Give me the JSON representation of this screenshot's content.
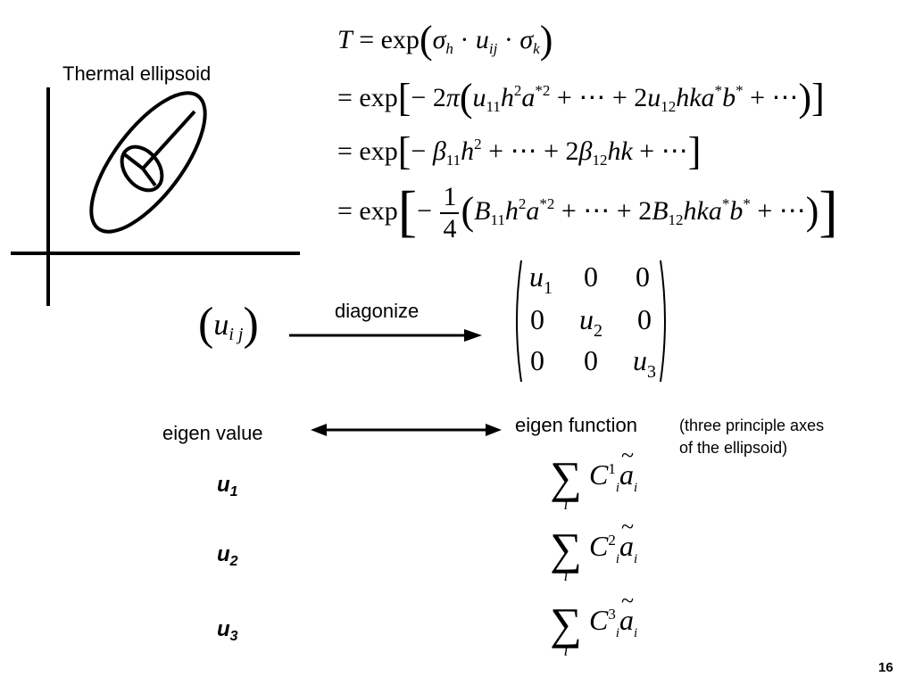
{
  "figure_label": "Thermal ellipsoid",
  "equations": {
    "T": "T",
    "exp": "exp",
    "eq": "=",
    "sigma": "σ",
    "h": "h",
    "k": "k",
    "u": "u",
    "ij": "ij",
    "dot": "·",
    "minus": "−",
    "two": "2",
    "pi": "π",
    "n11": "11",
    "n12": "12",
    "a": "a",
    "b": "b",
    "star2": "*2",
    "star": "*",
    "sq": "2",
    "plus": "+",
    "dots": "⋯",
    "hka": "hka",
    "hk": "hk",
    "beta": "β",
    "B": "B",
    "one": "1",
    "four": "4"
  },
  "diagonalize": {
    "label": "diagonize",
    "uij_u": "u",
    "uij_sub": "i j",
    "matrix": [
      [
        "u",
        "0",
        "0"
      ],
      [
        "0",
        "u",
        "0"
      ],
      [
        "0",
        "0",
        "u"
      ]
    ],
    "matrix_subs": [
      "1",
      "2",
      "3"
    ]
  },
  "eigen": {
    "value_label": "eigen value",
    "function_label": "eigen function",
    "note_line1": "(three principle axes",
    "note_line2": "of the ellipsoid)",
    "rows": [
      {
        "u": "u",
        "sub": "1",
        "sigma": "∑",
        "idx": "i",
        "C": "C",
        "sup": "1",
        "csub": "i",
        "a": "a",
        "asub": "i"
      },
      {
        "u": "u",
        "sub": "2",
        "sigma": "∑",
        "idx": "i",
        "C": "C",
        "sup": "2",
        "csub": "i",
        "a": "a",
        "asub": "i"
      },
      {
        "u": "u",
        "sub": "3",
        "sigma": "∑",
        "idx": "i",
        "C": "C",
        "sup": "3",
        "csub": "i",
        "a": "a",
        "asub": "i"
      }
    ]
  },
  "page_number": "16"
}
